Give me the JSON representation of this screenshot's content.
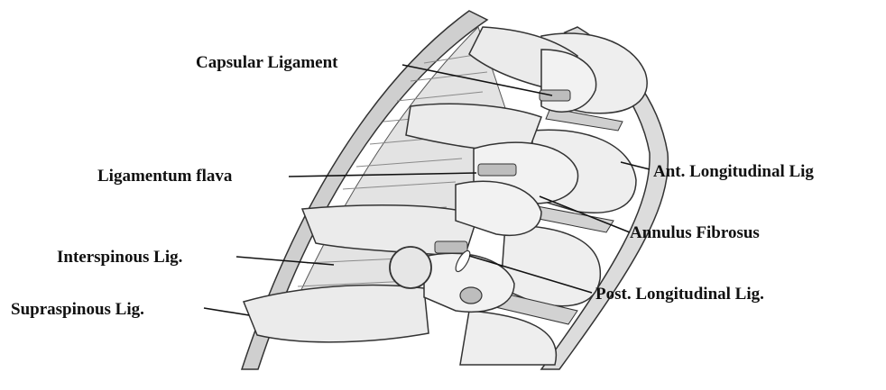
{
  "labels": {
    "capsular": "Capsular Ligament",
    "flava": "Ligamentum flava",
    "interspinous": "Interspinous Lig.",
    "supraspinous": "Supraspinous Lig.",
    "ant_long": "Ant. Longitudinal Lig",
    "annulus": "Annulus Fibrosus",
    "post_long": "Post. Longitudinal Lig."
  },
  "colors": {
    "ink": "#111111",
    "bone": "#eaeaea",
    "bone_shadow": "#b9b9b9",
    "ligament": "#9a9a9a",
    "disc": "#d2d2d2"
  }
}
